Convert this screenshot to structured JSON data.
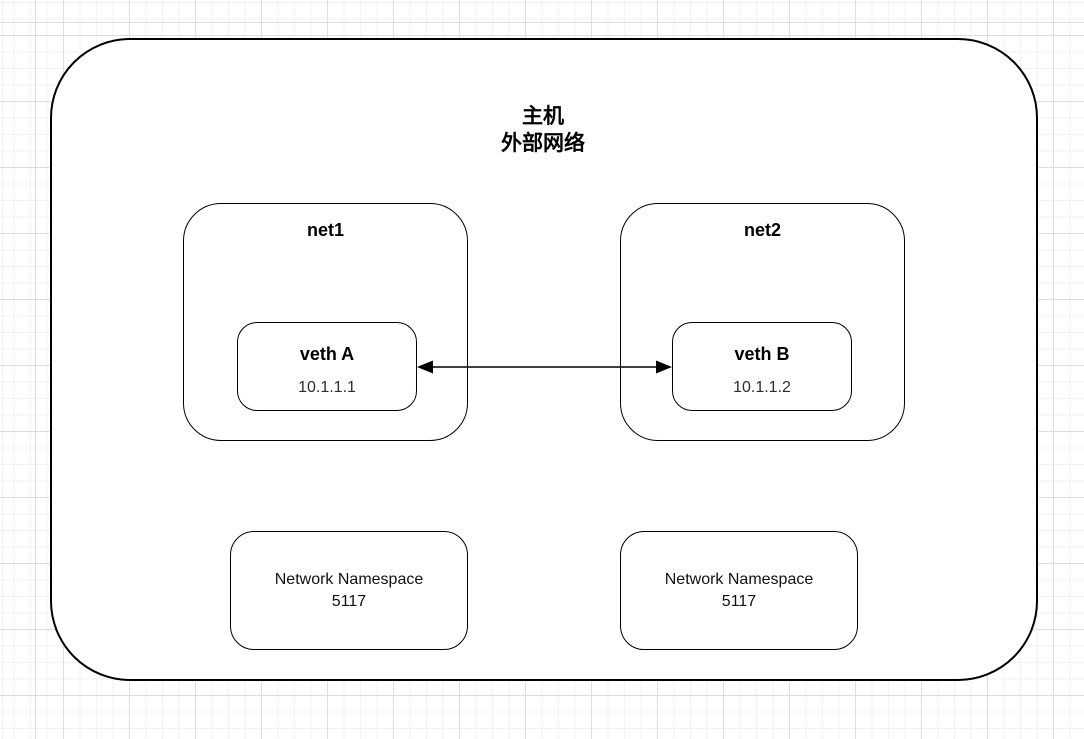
{
  "diagram": {
    "host": {
      "title_line1": "主机",
      "title_line2": "外部网络"
    },
    "net1": {
      "label": "net1",
      "veth": {
        "name": "veth A",
        "ip": "10.1.1.1"
      }
    },
    "net2": {
      "label": "net2",
      "veth": {
        "name": "veth B",
        "ip": "10.1.1.2"
      }
    },
    "connection": {
      "type": "double-headed-arrow",
      "from": "veth A",
      "to": "veth B"
    },
    "namespace_left": {
      "line1": "Network Namespace",
      "line2": "5117"
    },
    "namespace_right": {
      "line1": "Network Namespace",
      "line2": "5117"
    },
    "colors": {
      "stroke": "#000000",
      "background": "#ffffff",
      "grid_minor": "#f3f2f2",
      "grid_major": "#dedede",
      "text_primary": "#000000",
      "text_secondary": "#2d2d2d"
    }
  }
}
